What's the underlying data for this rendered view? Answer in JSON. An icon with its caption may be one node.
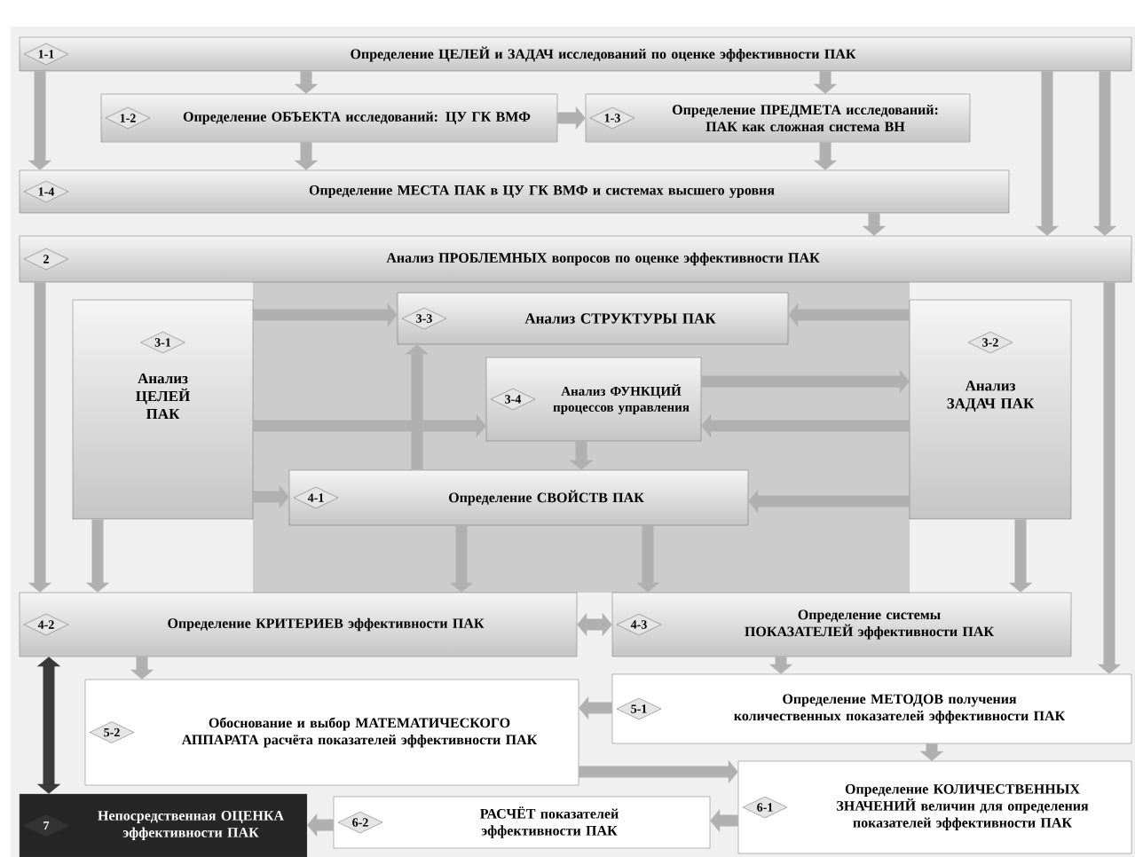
{
  "diagram": {
    "nodes": [
      {
        "text": [
          "1-1",
          "Определение ЦЕЛЕЙ и ЗАДАЧ исследований по оценке эффективности ПАК"
        ]
      },
      {
        "text": [
          "1-2",
          "Определение ОБЪЕКТА исследований: ЦУ ГК ВМФ"
        ]
      },
      {
        "text": [
          "1-3",
          "Определение ПРЕДМЕТА исследований: ПАК как сложная система ВН"
        ]
      },
      {
        "text": [
          "1-4",
          "Определение МЕСТА ПАК в ЦУ ГК ВМФ и системах высшего уровня"
        ]
      },
      {
        "text": [
          "2",
          "Анализ ПРОБЛЕМНЫХ вопросов по оценке эффективности ПАК"
        ]
      },
      {
        "text": [
          "3-1",
          "Анализ ЦЕЛЕЙ ПАК"
        ]
      },
      {
        "text": [
          "3-2",
          "Анализ ЗАДАЧ ПАК"
        ]
      },
      {
        "text": [
          "3-3",
          "Анализ СТРУКТУРЫ ПАК"
        ]
      },
      {
        "text": [
          "3-4",
          "Анализ ФУНКЦИЙ процессов управления"
        ]
      },
      {
        "text": [
          "4-1",
          "Определение СВОЙСТВ ПАК"
        ]
      },
      {
        "text": [
          "4-2",
          "Определение КРИТЕРИЕВ эффективности ПАК"
        ]
      },
      {
        "text": [
          "4-3",
          "Определение системы ПОКАЗАТЕЛЕЙ эффективности ПАК"
        ]
      },
      {
        "text": [
          "5-1",
          "Определение МЕТОДОВ получения количественных показателей эффективности ПАК"
        ]
      },
      {
        "text": [
          "5-2",
          "Обоснование и выбор МАТЕМАТИЧЕСКОГО АППАРАТА расчёта показателей эффективности ПАК"
        ]
      },
      {
        "text": [
          "6-1",
          "Определение КОЛИЧЕСТВЕННЫХ ЗНАЧЕНИЙ величин для определения показателей эффективности ПАК"
        ]
      },
      {
        "text": [
          "6-2",
          "РАСЧЁТ показателей эффективности ПАК"
        ]
      },
      {
        "text": [
          "7",
          "Непосредственная ОЦЕНКА эффективности ПАК"
        ]
      }
    ],
    "edges": [
      {
        "from": 0,
        "to": 1,
        "arrow": "to"
      },
      {
        "from": 0,
        "to": 2,
        "arrow": "to"
      },
      {
        "from": 0,
        "to": 3,
        "arrow": "to"
      },
      {
        "from": 0,
        "to": 4,
        "arrow": "to"
      },
      {
        "from": 1,
        "to": 2,
        "arrow": "to"
      },
      {
        "from": 1,
        "to": 3,
        "arrow": "to"
      },
      {
        "from": 2,
        "to": 3,
        "arrow": "to"
      },
      {
        "from": 0,
        "to": 4,
        "arrow": "to"
      },
      {
        "from": 3,
        "to": 4,
        "arrow": "to"
      },
      {
        "from": 4,
        "to": 10,
        "arrow": "to"
      },
      {
        "from": 4,
        "to": 12,
        "arrow": "to"
      },
      {
        "from": 5,
        "to": 7,
        "arrow": "to"
      },
      {
        "from": 5,
        "to": 8,
        "arrow": "to"
      },
      {
        "from": 8,
        "to": 6,
        "arrow": "to"
      },
      {
        "from": 6,
        "to": 8,
        "arrow": "to"
      },
      {
        "from": 6,
        "to": 7,
        "arrow": "to"
      },
      {
        "from": 5,
        "to": 9,
        "arrow": "to"
      },
      {
        "from": 6,
        "to": 9,
        "arrow": "to"
      },
      {
        "from": 8,
        "to": 9,
        "arrow": "to"
      },
      {
        "from": 9,
        "to": 7,
        "arrow": "to"
      },
      {
        "from": 5,
        "to": 10,
        "arrow": "to"
      },
      {
        "from": 9,
        "to": 10,
        "arrow": "to"
      },
      {
        "from": 9,
        "to": 11,
        "arrow": "to"
      },
      {
        "from": 6,
        "to": 11,
        "arrow": "to"
      },
      {
        "from": 10,
        "to": 11,
        "arrow": "both"
      },
      {
        "from": 10,
        "to": 13,
        "arrow": "to"
      },
      {
        "from": 11,
        "to": 12,
        "arrow": "to"
      },
      {
        "from": 12,
        "to": 13,
        "arrow": "to"
      },
      {
        "from": 12,
        "to": 14,
        "arrow": "to"
      },
      {
        "from": 13,
        "to": 14,
        "arrow": "to"
      },
      {
        "from": 14,
        "to": 15,
        "arrow": "to"
      },
      {
        "from": 15,
        "to": 16,
        "arrow": "to"
      },
      {
        "from": 10,
        "to": 16,
        "arrow": "both",
        "color": "#3a3a3a"
      }
    ]
  }
}
